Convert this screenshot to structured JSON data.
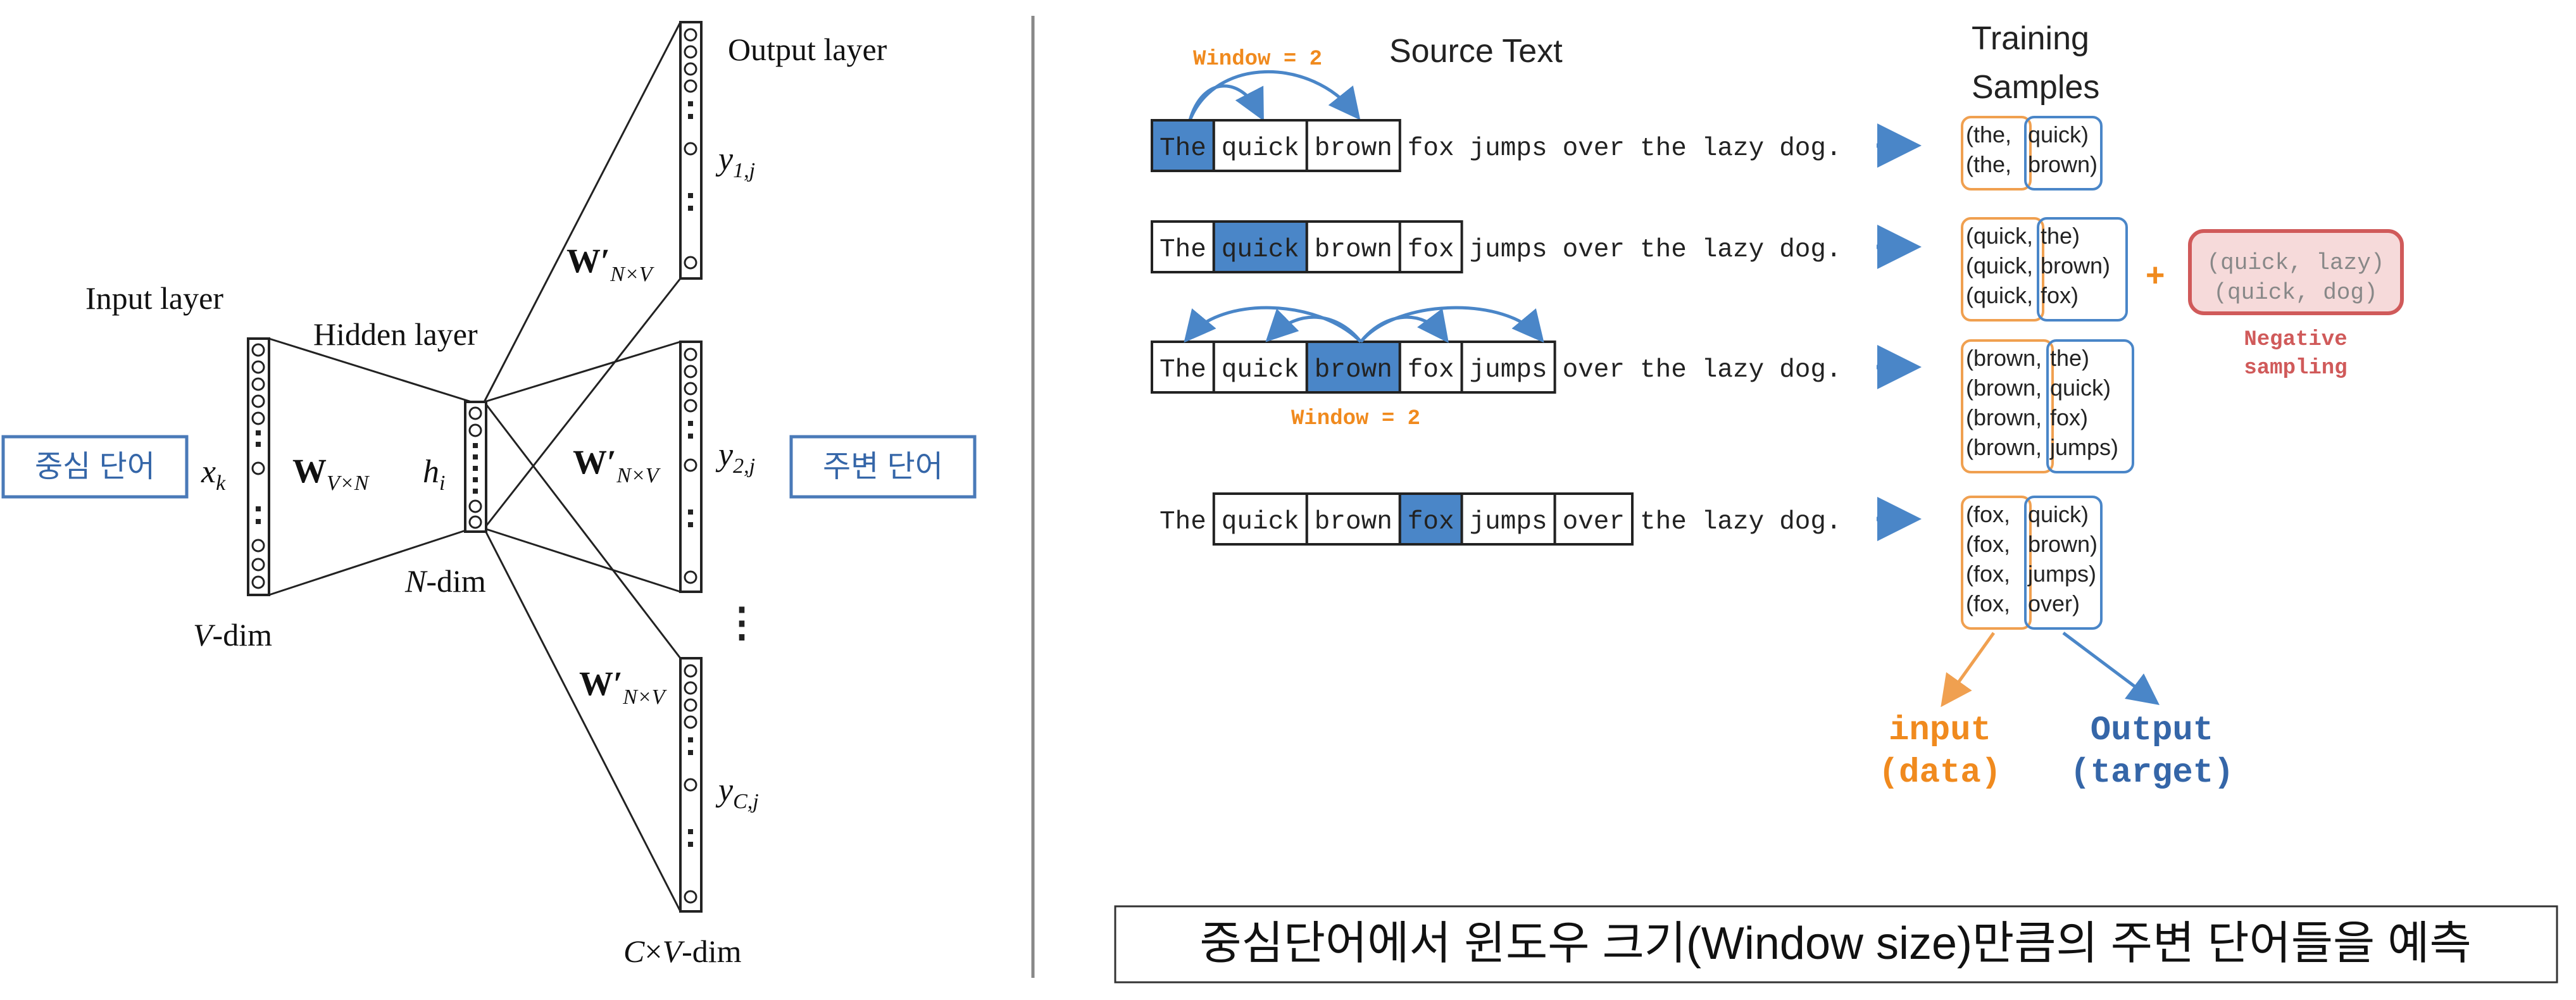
{
  "left": {
    "input_layer": "Input layer",
    "hidden_layer": "Hidden layer",
    "output_layer": "Output layer",
    "center_word": "중심 단어",
    "context_word": "주변 단어",
    "x_k": "x",
    "x_k_sub": "k",
    "h_i": "h",
    "h_i_sub": "i",
    "w_in": "W",
    "w_in_sub": "V×N",
    "w_out": "W′",
    "w_out_sub": "N×V",
    "y1": "y",
    "y1_sub": "1,j",
    "y2": "y",
    "y2_sub": "2,j",
    "yc": "y",
    "yc_sub": "C,j",
    "v_dim": "V-dim",
    "v_dim_v": "V",
    "v_dim_rest": "-dim",
    "n_dim_n": "N",
    "n_dim_rest": "-dim",
    "cv_dim_c": "C",
    "cv_dim_x": "×",
    "cv_dim_v": "V",
    "cv_dim_rest": "-dim",
    "ellipsis": "⋮"
  },
  "right": {
    "window_top": "Window = 2",
    "window_bottom": "Window = 2",
    "source_text": "Source Text",
    "training_line1": "Training",
    "training_line2": "Samples",
    "sentence_words": [
      "The",
      "quick",
      "brown",
      "fox",
      "jumps",
      "over",
      "the",
      "lazy",
      "dog."
    ],
    "rows": [
      {
        "samples": [
          [
            "(the,",
            "quick)"
          ],
          [
            "(the,",
            "brown)"
          ]
        ]
      },
      {
        "samples": [
          [
            "(quick,",
            "the)"
          ],
          [
            "(quick,",
            "brown)"
          ],
          [
            "(quick,",
            "fox)"
          ]
        ]
      },
      {
        "samples": [
          [
            "(brown,",
            "the)"
          ],
          [
            "(brown,",
            "quick)"
          ],
          [
            "(brown,",
            "fox)"
          ],
          [
            "(brown,",
            "jumps)"
          ]
        ]
      },
      {
        "samples": [
          [
            "(fox,",
            "quick)"
          ],
          [
            "(fox,",
            "brown)"
          ],
          [
            "(fox,",
            "jumps)"
          ],
          [
            "(fox,",
            "over)"
          ]
        ]
      }
    ],
    "plus": "+",
    "negative_samples": [
      "(quick, lazy)",
      "(quick, dog)"
    ],
    "negative_label_1": "Negative",
    "negative_label_2": "sampling",
    "input_label_1": "input",
    "input_label_2": "(data)",
    "output_label_1": "Output",
    "output_label_2": "(target)",
    "caption": "중심단어에서 윈도우 크기(Window size)만큼의 주변 단어들을 예측"
  },
  "colors": {
    "highlight": "#4a86c8",
    "blue_text": "#3566a8",
    "orange": "#f0a050",
    "orange_text": "#f08a1e",
    "red": "#d05a5a",
    "red_fill": "#f6dada",
    "negative_text": "#888888",
    "arrow": "#4a86c8"
  }
}
